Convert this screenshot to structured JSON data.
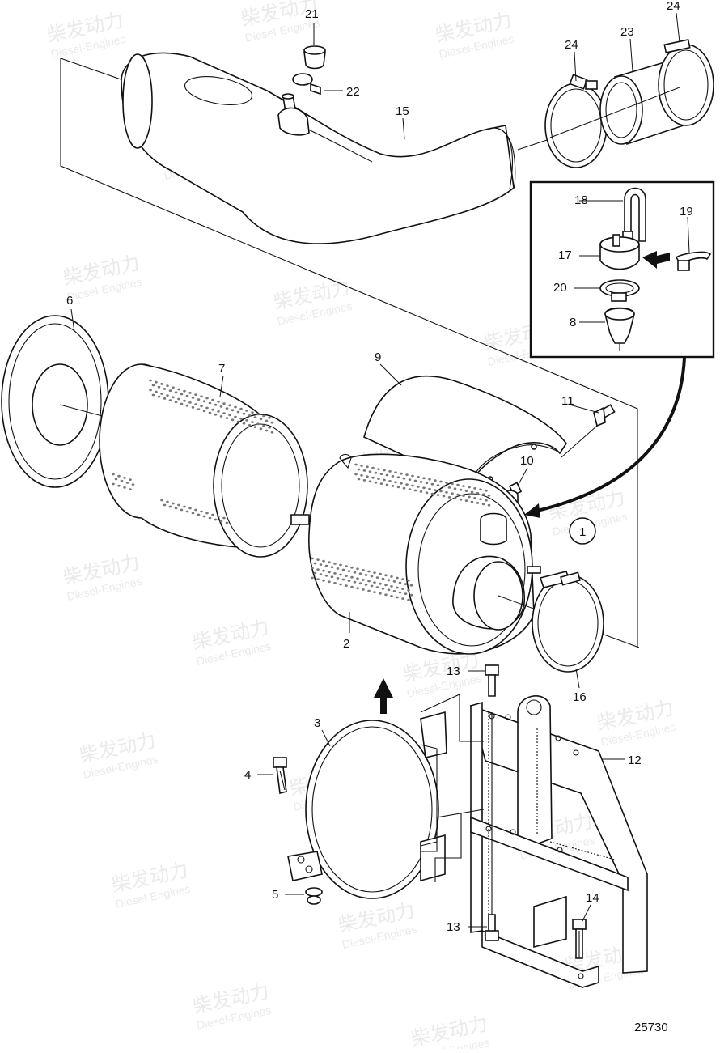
{
  "diagram": {
    "drawing_number": "25730",
    "callouts": {
      "c1": "1",
      "c2": "2",
      "c3": "3",
      "c4": "4",
      "c5": "5",
      "c6": "6",
      "c7": "7",
      "c8": "8",
      "c9": "9",
      "c10": "10",
      "c11": "11",
      "c12": "12",
      "c13a": "13",
      "c13b": "13",
      "c14": "14",
      "c15": "15",
      "c16": "16",
      "c17": "17",
      "c18": "18",
      "c19": "19",
      "c20": "20",
      "c21": "21",
      "c22": "22",
      "c23": "23",
      "c24a": "24",
      "c24b": "24"
    },
    "watermark": {
      "brand_cn": "柴发动力",
      "brand_en": "Diesel-Engines"
    }
  }
}
